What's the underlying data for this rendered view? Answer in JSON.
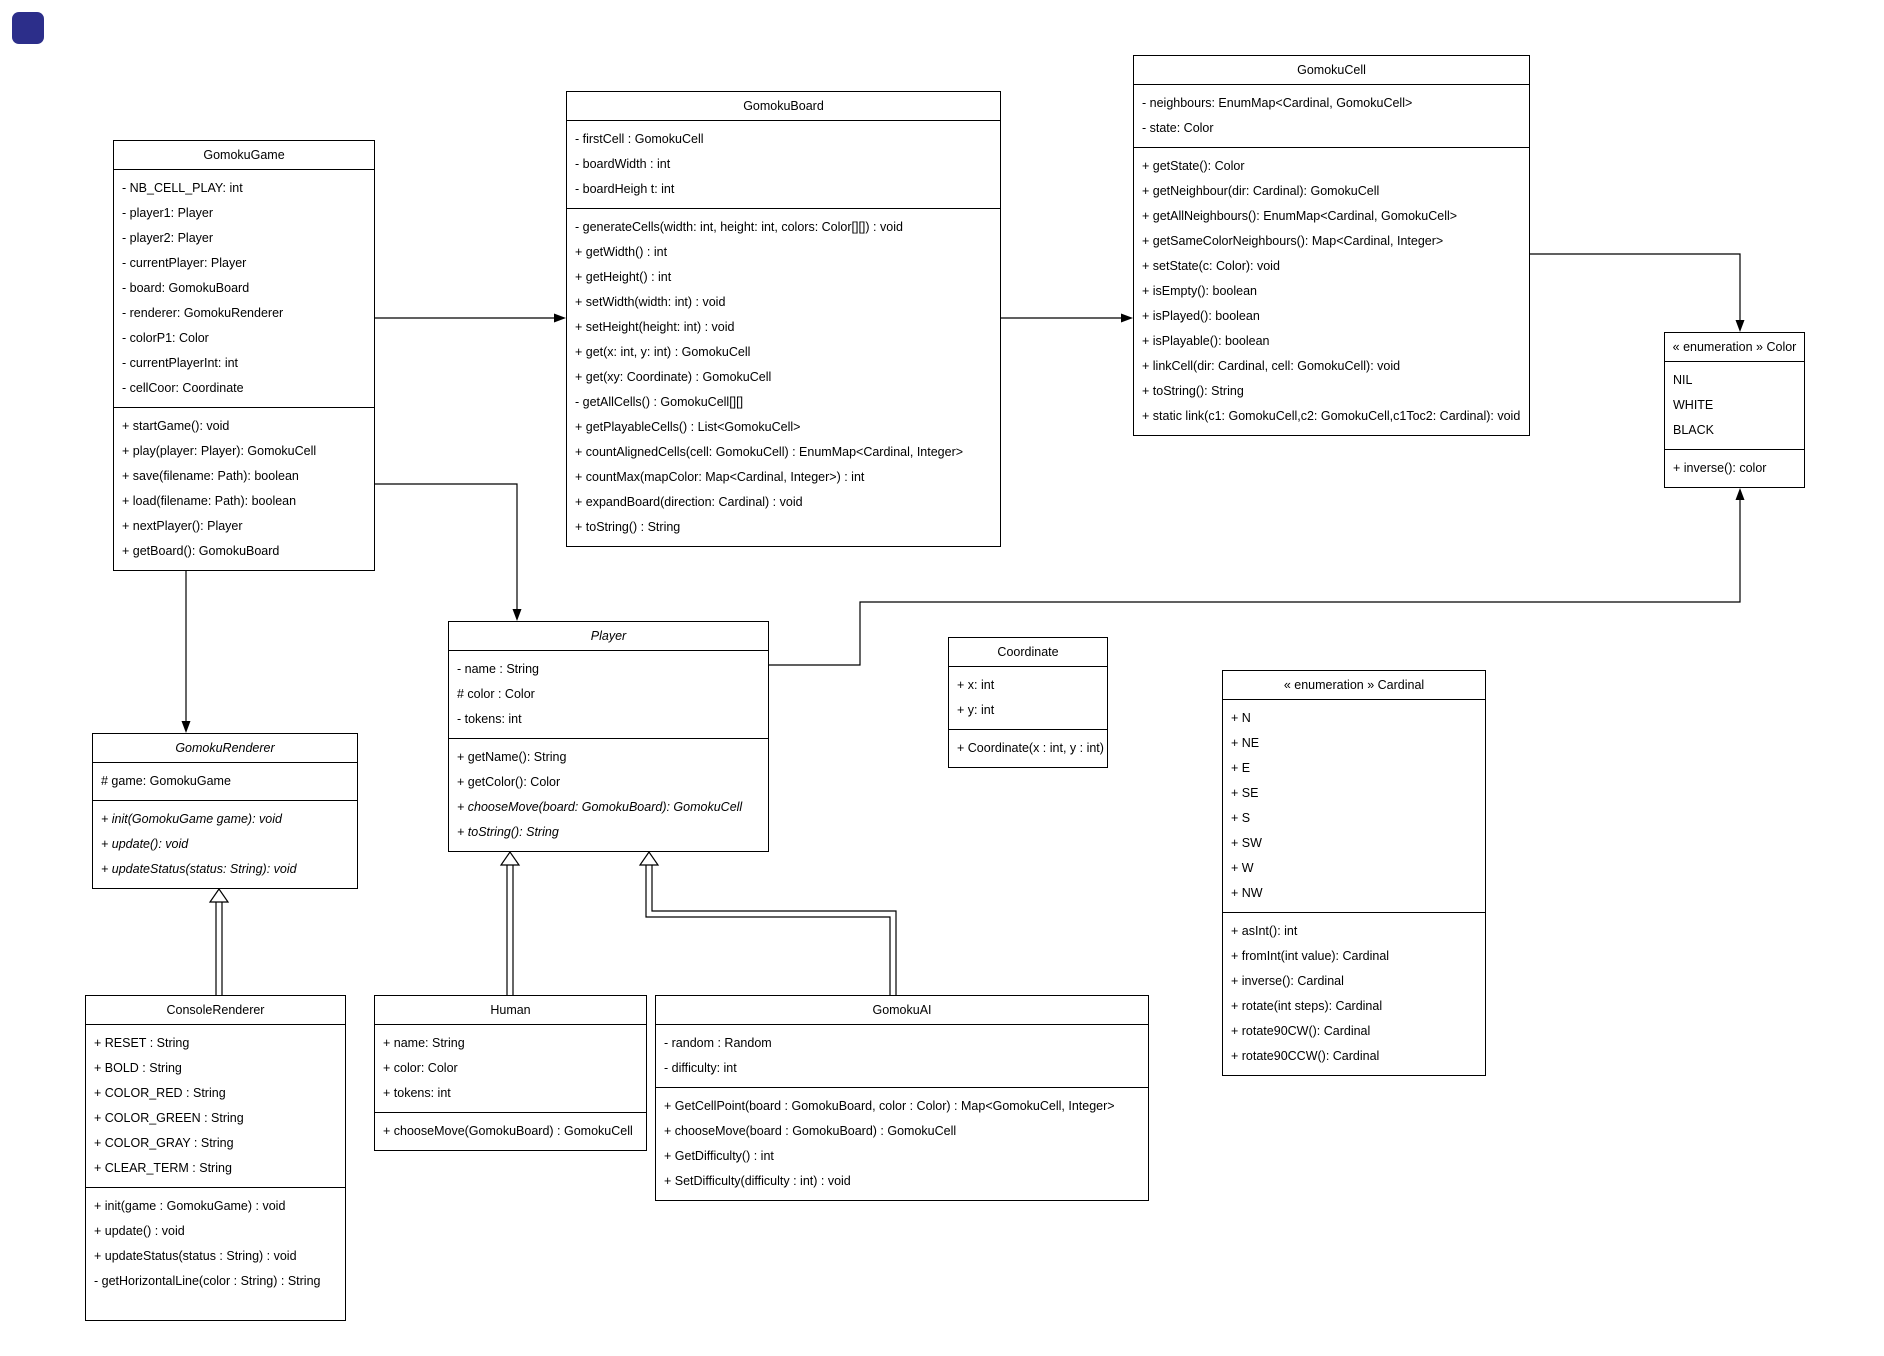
{
  "app": {
    "accent_square_color": "#2c2e8a"
  },
  "diagram": {
    "classes": {
      "gomokuGame": {
        "title": "GomokuGame",
        "sections": [
          [
            "- NB_CELL_PLAY: int",
            "- player1: Player",
            "- player2: Player",
            "- currentPlayer: Player",
            "- board: GomokuBoard",
            "- renderer: GomokuRenderer",
            "- colorP1: Color",
            "- currentPlayerInt: int",
            "- cellCoor: Coordinate"
          ],
          [
            "+ startGame(): void",
            "+ play(player: Player): GomokuCell",
            "+ save(filename: Path): boolean",
            "+ load(filename: Path): boolean",
            "+ nextPlayer(): Player",
            "+ getBoard(): GomokuBoard"
          ]
        ]
      },
      "gomokuBoard": {
        "title": "GomokuBoard",
        "sections": [
          [
            "- firstCell : GomokuCell",
            "- boardWidth : int",
            "- boardHeigh t: int"
          ],
          [
            "- generateCells(width: int, height: int, colors: Color[][]) : void",
            "+ getWidth() : int",
            "+ getHeight() : int",
            "+ setWidth(width: int) : void",
            "+ setHeight(height: int) : void",
            "+ get(x: int, y: int) : GomokuCell",
            "+ get(xy: Coordinate) : GomokuCell",
            "- getAllCells() : GomokuCell[][]",
            "+ getPlayableCells() : List<GomokuCell>",
            "+ countAlignedCells(cell: GomokuCell) : EnumMap<Cardinal, Integer>",
            "+ countMax(mapColor: Map<Cardinal, Integer>) : int",
            "+ expandBoard(direction: Cardinal) : void",
            "+ toString() : String"
          ]
        ]
      },
      "gomokuCell": {
        "title": "GomokuCell",
        "sections": [
          [
            "- neighbours: EnumMap<Cardinal, GomokuCell>",
            "- state: Color"
          ],
          [
            "+ getState(): Color",
            "+ getNeighbour(dir: Cardinal): GomokuCell",
            "+ getAllNeighbours(): EnumMap<Cardinal, GomokuCell>",
            "+ getSameColorNeighbours(): Map<Cardinal, Integer>",
            "+ setState(c: Color): void",
            "+ isEmpty(): boolean",
            "+ isPlayed(): boolean",
            "+ isPlayable(): boolean",
            "+ linkCell(dir: Cardinal, cell: GomokuCell): void",
            "+ toString(): String",
            "+ static link(c1: GomokuCell,c2: GomokuCell,c1Toc2: Cardinal): void"
          ]
        ]
      },
      "colorEnum": {
        "title": "« enumeration » Color",
        "sections": [
          [
            "NIL",
            "WHITE",
            "BLACK"
          ],
          [
            "+ inverse(): color"
          ]
        ]
      },
      "player": {
        "title": "Player",
        "sections": [
          [
            "- name : String",
            "# color : Color",
            "- tokens: int"
          ],
          [
            "+ getName(): String",
            "+ getColor(): Color",
            {
              "text": "+ chooseMove(board: GomokuBoard): GomokuCell",
              "italic": true
            },
            {
              "text": "+ toString(): String",
              "italic": true
            }
          ]
        ]
      },
      "coordinate": {
        "title": "Coordinate",
        "sections": [
          [
            "+ x: int",
            "+ y: int"
          ],
          [
            "+ Coordinate(x : int, y : int)"
          ]
        ]
      },
      "cardinalEnum": {
        "title": "« enumeration » Cardinal",
        "sections": [
          [
            "+ N",
            "+ NE",
            "+ E",
            "+ SE",
            "+ S",
            "+ SW",
            "+ W",
            "+ NW"
          ],
          [
            "+ asInt(): int",
            "+ fromInt(int value): Cardinal",
            "+ inverse(): Cardinal",
            "+ rotate(int steps): Cardinal",
            "+ rotate90CW(): Cardinal",
            "+ rotate90CCW(): Cardinal"
          ]
        ]
      },
      "gomokuRenderer": {
        "title": "GomokuRenderer",
        "sections": [
          [
            "# game: GomokuGame"
          ],
          [
            {
              "text": "+ init(GomokuGame game): void",
              "italic": true
            },
            {
              "text": "+ update(): void",
              "italic": true
            },
            {
              "text": "+ updateStatus(status: String): void",
              "italic": true
            }
          ]
        ]
      },
      "consoleRenderer": {
        "title": "ConsoleRenderer",
        "sections": [
          [
            "+ RESET : String",
            "+ BOLD : String",
            "+ COLOR_RED : String",
            "+ COLOR_GREEN : String",
            "+ COLOR_GRAY : String",
            "+ CLEAR_TERM : String"
          ],
          [
            "+ init(game : GomokuGame) : void",
            "+ update() : void",
            "+ updateStatus(status : String) : void",
            "- getHorizontalLine(color : String) : String"
          ]
        ]
      },
      "human": {
        "title": "Human",
        "sections": [
          [
            "+ name: String",
            "+ color: Color",
            "+ tokens: int"
          ],
          [
            "+ chooseMove(GomokuBoard) : GomokuCell"
          ]
        ]
      },
      "gomokuAI": {
        "title": "GomokuAI",
        "sections": [
          [
            "- random : Random",
            "- difficulty: int"
          ],
          [
            "+ GetCellPoint(board : GomokuBoard, color : Color) : Map<GomokuCell, Integer>",
            "+ chooseMove(board : GomokuBoard) : GomokuCell",
            "+ GetDifficulty() : int",
            "+ SetDifficulty(difficulty : int) : void"
          ]
        ]
      }
    },
    "relationships": [
      {
        "from": "GomokuGame",
        "to": "GomokuBoard",
        "type": "directed-association"
      },
      {
        "from": "GomokuBoard",
        "to": "GomokuCell",
        "type": "directed-association"
      },
      {
        "from": "GomokuCell",
        "to": "Color",
        "type": "directed-association"
      },
      {
        "from": "GomokuGame",
        "to": "GomokuRenderer",
        "type": "directed-association"
      },
      {
        "from": "GomokuGame",
        "to": "Player",
        "type": "directed-association"
      },
      {
        "from": "Player",
        "to": "Color",
        "type": "directed-association"
      },
      {
        "from": "ConsoleRenderer",
        "to": "GomokuRenderer",
        "type": "generalization"
      },
      {
        "from": "Human",
        "to": "Player",
        "type": "generalization"
      },
      {
        "from": "GomokuAI",
        "to": "Player",
        "type": "generalization"
      }
    ]
  }
}
